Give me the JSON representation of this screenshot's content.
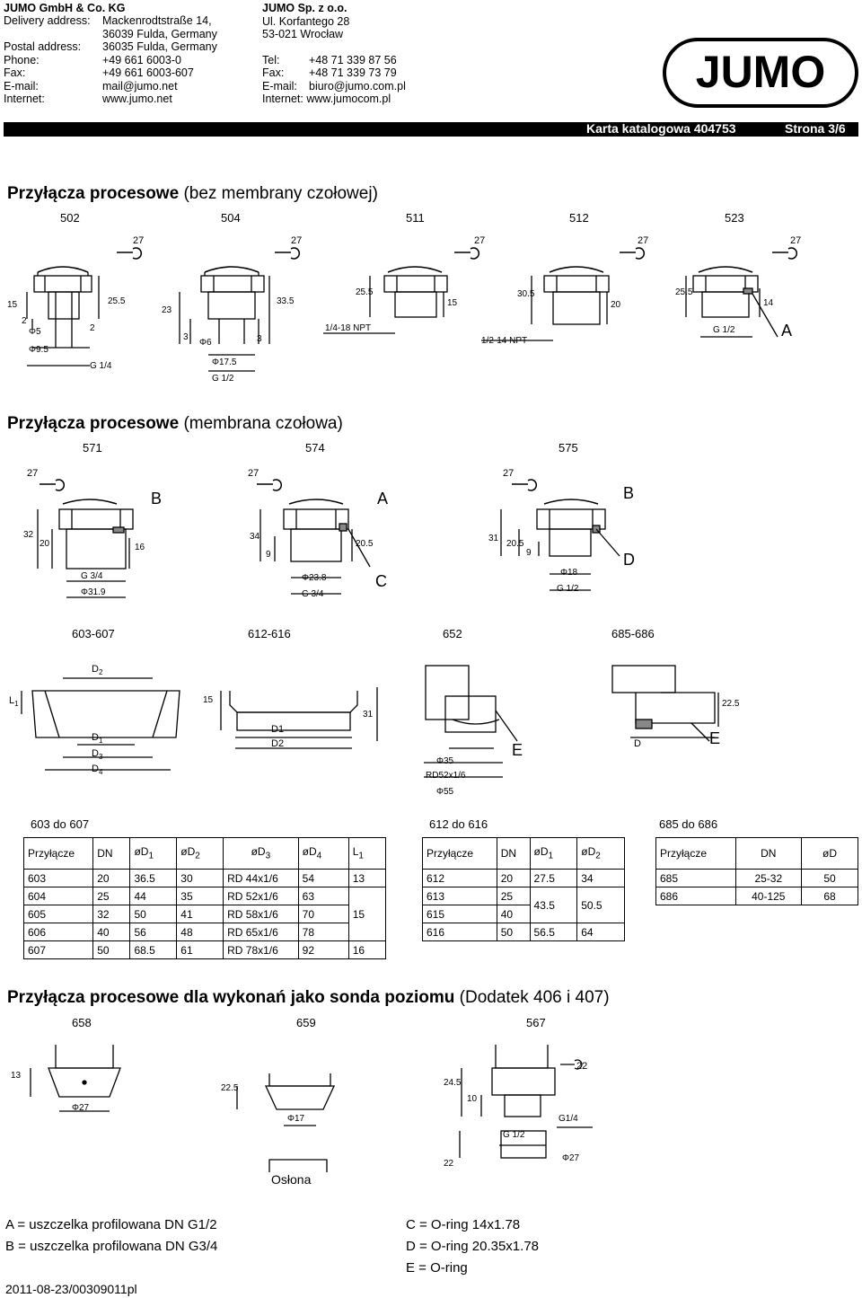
{
  "header": {
    "de": {
      "company": "JUMO GmbH & Co. KG",
      "rows": [
        {
          "k": "Delivery address:",
          "v": "Mackenrodtstraße 14,"
        },
        {
          "k": "",
          "v": "36039 Fulda, Germany"
        },
        {
          "k": "Postal address:",
          "v": "36035 Fulda, Germany"
        },
        {
          "k": "Phone:",
          "v": "+49 661 6003-0"
        },
        {
          "k": "Fax:",
          "v": "+49 661 6003-607"
        },
        {
          "k": "E-mail:",
          "v": "mail@jumo.net"
        },
        {
          "k": "Internet:",
          "v": "www.jumo.net"
        }
      ]
    },
    "pl": {
      "company": "JUMO Sp. z o.o.",
      "street": "Ul. Korfantego 28",
      "city": "53-021 Wrocław",
      "rows": [
        {
          "k": "Tel:",
          "v": "+48 71 339 87 56"
        },
        {
          "k": "Fax:",
          "v": "+48 71 339 73 79"
        },
        {
          "k": "E-mail:",
          "v": "biuro@jumo.com.pl"
        },
        {
          "k": "Internet:",
          "v": "www.jumocom.pl"
        }
      ]
    },
    "logo_text": "JUMO",
    "bar": {
      "catalog": "Karta katalogowa 404753",
      "page": "Strona 3/6"
    }
  },
  "section1": {
    "title_bold": "Przyłącza procesowe",
    "title_rest": "(bez membrany czołowej)",
    "codes": [
      "502",
      "504",
      "511",
      "512",
      "523"
    ],
    "wrench": "27",
    "dims": {
      "d502": [
        "15",
        "2",
        "Φ5",
        "Φ9.5",
        "2",
        "25.5",
        "G 1/4"
      ],
      "d504": [
        "23",
        "3",
        "Φ6",
        "3",
        "33.5",
        "Φ17.5",
        "G 1/2"
      ],
      "d511": [
        "25.5",
        "1/4-18 NPT",
        "15"
      ],
      "d512": [
        "30.5",
        "1/2-14 NPT",
        "20"
      ],
      "d523": [
        "25.5",
        "G 1/2",
        "14"
      ]
    },
    "marker": "A"
  },
  "section2": {
    "title_bold": "Przyłącza procesowe",
    "title_rest": "(membrana czołowa)",
    "codes": [
      "571",
      "574",
      "575"
    ],
    "wrench": "27",
    "markers": {
      "b1": "B",
      "a": "A",
      "c": "C",
      "b2": "B",
      "d": "D"
    },
    "dims": {
      "d571": [
        "32",
        "20",
        "16",
        "G 3/4",
        "Φ31.9"
      ],
      "d574": [
        "34",
        "9",
        "20.5",
        "Φ23.8",
        "G 3/4"
      ],
      "d575": [
        "31",
        "20.5",
        "9",
        "Φ18",
        "G 1/2"
      ]
    }
  },
  "section3": {
    "codes": [
      "603-607",
      "612-616",
      "652",
      "685-686"
    ],
    "labels603": {
      "l1": "L",
      "l1s": "1",
      "d2": "D",
      "d2s": "2",
      "d1": "D",
      "d1s": "1",
      "d3": "D",
      "d3s": "3",
      "d4": "D",
      "d4s": "4"
    },
    "dims612": [
      "15",
      "D1",
      "D2"
    ],
    "dims652": [
      "31",
      "Φ35",
      "RD52x1/6",
      "Φ55"
    ],
    "marker652": "E",
    "dims685": [
      "22.5",
      "D"
    ],
    "marker685": "E"
  },
  "table1": {
    "caption": "603 do 607",
    "headers": [
      "Przyłącze",
      "DN",
      "øD",
      "1",
      "øD",
      "2",
      "øD",
      "3",
      "øD",
      "4",
      "L",
      "1"
    ],
    "rows": [
      [
        "603",
        "20",
        "36.5",
        "30",
        "RD 44x1/6",
        "54",
        "13"
      ],
      [
        "604",
        "25",
        "44",
        "35",
        "RD 52x1/6",
        "63",
        ""
      ],
      [
        "605",
        "32",
        "50",
        "41",
        "RD 58x1/6",
        "70",
        "15"
      ],
      [
        "606",
        "40",
        "56",
        "48",
        "RD 65x1/6",
        "78",
        ""
      ],
      [
        "607",
        "50",
        "68.5",
        "61",
        "RD 78x1/6",
        "92",
        "16"
      ]
    ]
  },
  "table2": {
    "caption": "612 do 616",
    "headers": [
      "Przyłącze",
      "DN",
      "øD",
      "1",
      "øD",
      "2"
    ],
    "rows": [
      [
        "612",
        "20",
        "27.5",
        "34"
      ],
      [
        "613",
        "25",
        "",
        ""
      ],
      [
        "615",
        "40",
        "43.5",
        "50.5"
      ],
      [
        "616",
        "50",
        "56.5",
        "64"
      ]
    ]
  },
  "table3": {
    "caption": "685 do 686",
    "headers": [
      "Przyłącze",
      "DN",
      "øD"
    ],
    "rows": [
      [
        "685",
        "25-32",
        "50"
      ],
      [
        "686",
        "40-125",
        "68"
      ]
    ]
  },
  "section4": {
    "title_bold": "Przyłącza procesowe dla wykonań jako sonda poziomu",
    "title_rest": "(Dodatek  406 i 407)",
    "codes": [
      "658",
      "659",
      "567"
    ],
    "dims658": [
      "13",
      "Φ27"
    ],
    "dims659": [
      "22.5",
      "Φ17"
    ],
    "cover": "Osłona",
    "dims567": [
      "22",
      "24.5",
      "10",
      "G1/4",
      "G 1/2",
      "22",
      "Φ27"
    ]
  },
  "legend": {
    "a": "A = uszczelka profilowana DN G1/2",
    "b": "B = uszczelka profilowana DN G3/4",
    "c": "C = O-ring 14x1.78",
    "d": "D = O-ring 20.35x1.78",
    "e": "E = O-ring"
  },
  "doc_id": "2011-08-23/00309011pl"
}
